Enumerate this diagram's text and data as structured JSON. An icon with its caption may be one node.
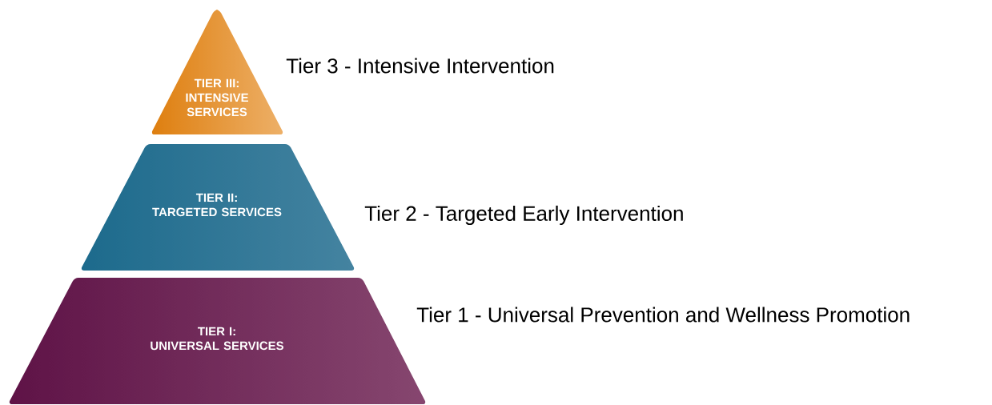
{
  "diagram": {
    "nodes": [
      {
        "text": [
          "TIER III:",
          "INTENSIVE SERVICES"
        ]
      },
      {
        "text": [
          "TIER II:",
          "TARGETED SERVICES"
        ]
      },
      {
        "text": [
          "TIER I:",
          "UNIVERSAL SERVICES"
        ]
      }
    ],
    "labels": [
      "Tier 3 - Intensive Intervention",
      "Tier 2 - Targeted Early Intervention",
      "Tier 1 - Universal Prevention and Wellness Promotion"
    ]
  }
}
